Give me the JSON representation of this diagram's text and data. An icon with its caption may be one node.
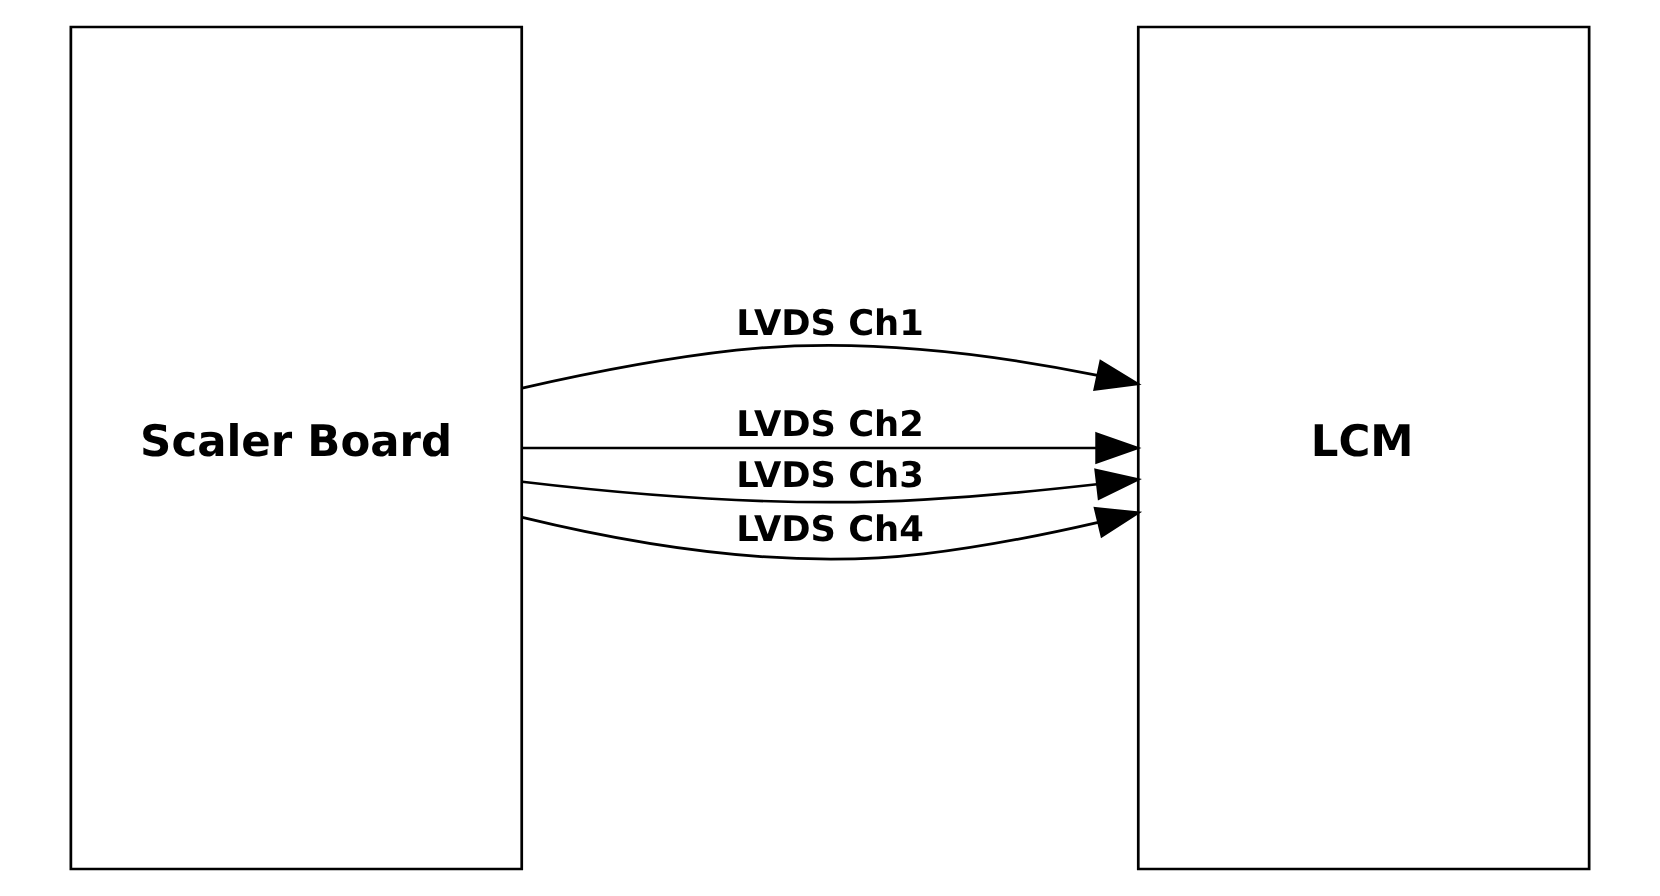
{
  "diagram": {
    "nodes": [
      {
        "text": [
          "Scaler Board"
        ]
      },
      {
        "text": [
          "LCM"
        ]
      }
    ],
    "edges": [
      {
        "from": 0,
        "to": 1,
        "arrow": "to",
        "label": "LVDS Ch1"
      },
      {
        "from": 0,
        "to": 1,
        "arrow": "to",
        "label": "LVDS Ch2"
      },
      {
        "from": 0,
        "to": 1,
        "arrow": "to",
        "label": "LVDS Ch3"
      },
      {
        "from": 0,
        "to": 1,
        "arrow": "to",
        "label": "LVDS Ch4"
      }
    ]
  }
}
